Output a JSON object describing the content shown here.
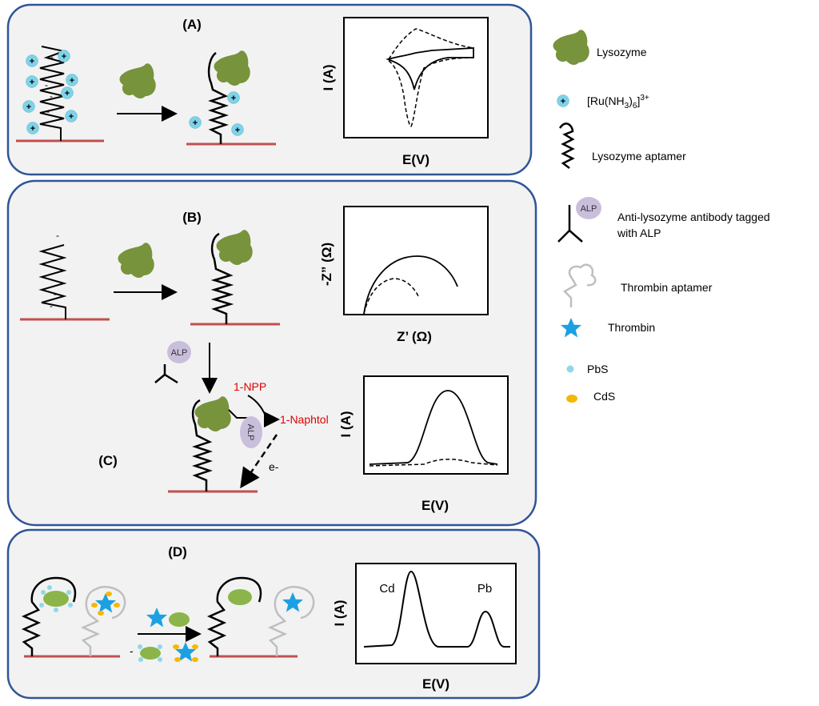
{
  "panels": {
    "A": {
      "label": "(A)",
      "cv_ylabel": "I (A)",
      "cv_xlabel": "E(V)"
    },
    "B": {
      "label": "(B)",
      "eis_ylabel": "-Z” (Ω)",
      "eis_xlabel": "Z’ (Ω)"
    },
    "C": {
      "label": "(C)",
      "substrate": "1-NPP",
      "product": "1-Naphtol",
      "enzyme": "ALP",
      "electron": "e-",
      "dpv_ylabel": "I (A)",
      "dpv_xlabel": "E(V)"
    },
    "D": {
      "label": "(D)",
      "peak_cd": "Cd",
      "peak_pb": "Pb",
      "ylabel": "I (A)",
      "xlabel": "E(V)"
    }
  },
  "charges": {
    "plus": "+",
    "minus": "-"
  },
  "legend": {
    "lysozyme": "Lysozyme",
    "ru_complex": "[Ru(NH",
    "ru_sub3": "3",
    "ru_close": ")",
    "ru_sub6": "6",
    "ru_close2": "]",
    "ru_sup": "3+",
    "lysozyme_aptamer": "Lysozyme aptamer",
    "antibody_line1": "Anti-lysozyme antibody tagged",
    "antibody_line2": "with ALP",
    "antibody_tag": "ALP",
    "thrombin_aptamer": "Thrombin aptamer",
    "thrombin": "Thrombin",
    "pbs": "PbS",
    "cds": "CdS"
  },
  "colors": {
    "panel_bg": "#f2f2f2",
    "panel_border": "#2f5597",
    "electrode": "#c0504d",
    "lysozyme": "#77933c",
    "ru_ion": "#7fd3e8",
    "alp": "#c9bedb",
    "thrombin": "#1ba1e2",
    "pbs": "#8fd8ea",
    "cds": "#f5b800",
    "product_text": "#e00000",
    "thrombin_aptamer": "#bfbfbf"
  }
}
